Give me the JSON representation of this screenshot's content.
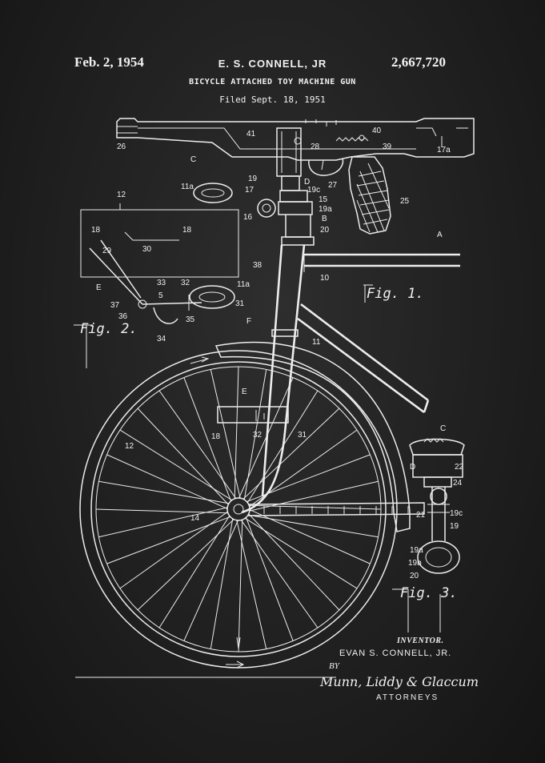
{
  "header": {
    "date": "Feb. 2, 1954",
    "inventor": "E. S. CONNELL, JR",
    "patent_number": "2,667,720",
    "title": "BICYCLE ATTACHED TOY MACHINE GUN",
    "filed": "Filed Sept. 18, 1951"
  },
  "figures": {
    "fig1": "Fig. 1.",
    "fig2": "Fig. 2.",
    "fig3": "Fig. 3."
  },
  "callouts": {
    "n41": "41",
    "n40": "40",
    "n39": "39",
    "n28": "28",
    "n26": "26",
    "n17a": "17a",
    "c1": "C",
    "n19": "19",
    "n19c": "19c",
    "nD": "D",
    "n17": "17",
    "n15": "15",
    "n19a": "19a",
    "n16": "16",
    "nB": "B",
    "n20": "20",
    "n27": "27",
    "n25": "25",
    "n11a": "11a",
    "n12": "12",
    "n18a": "18",
    "n18b": "18",
    "n29": "29",
    "n30": "30",
    "nA": "A",
    "n38": "38",
    "n10": "10",
    "nE": "E",
    "n33": "33",
    "n32": "32",
    "n11a2": "11a",
    "n37": "37",
    "n5": "5",
    "n31": "31",
    "n36": "36",
    "n35": "35",
    "n34": "34",
    "nF": "F",
    "n11": "11",
    "nE2": "E",
    "n12b": "12",
    "n18c": "18",
    "n32b": "32",
    "n31b": "31",
    "n14": "14",
    "nC3": "C",
    "nD3": "D",
    "n22": "22",
    "n24": "24",
    "n21": "21",
    "n19c3": "19c",
    "n19_3": "19",
    "n19a3": "19a",
    "n19b3": "19b",
    "n20_3": "20"
  },
  "inventor_block": {
    "label": "INVENTOR.",
    "name": "EVAN S. CONNELL, JR.",
    "by": "BY",
    "signature": "Munn, Liddy & Glaccum",
    "attorneys": "ATTORNEYS"
  }
}
